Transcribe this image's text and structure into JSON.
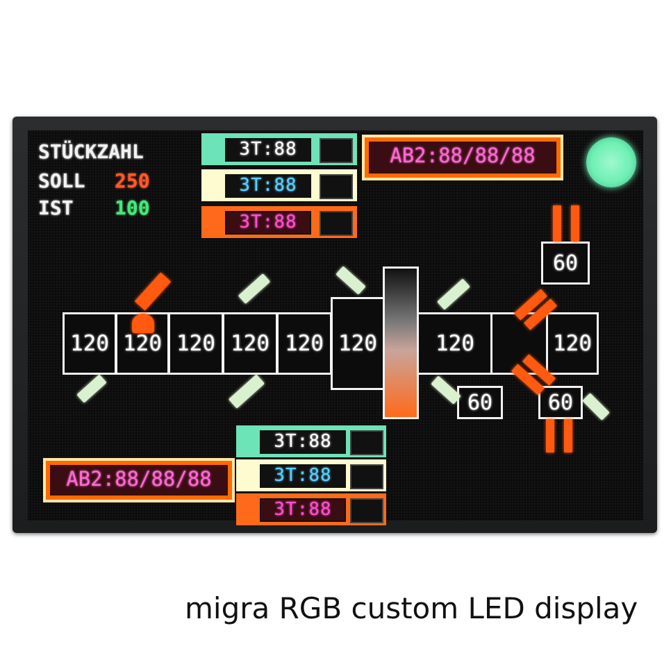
{
  "stats": {
    "title": "STÜCKZAHL",
    "soll_label": "SOLL",
    "soll_value": "250",
    "ist_label": "IST",
    "ist_value": "100"
  },
  "status_top": [
    {
      "text": "3T:88",
      "frame_color": "#6de3b8"
    },
    {
      "text": "3T:88",
      "frame_color": "#fffbd0"
    },
    {
      "text": "3T:88",
      "frame_color": "#ff6a1a"
    }
  ],
  "status_bottom": [
    {
      "text": "3T:88",
      "frame_color": "#6de3b8"
    },
    {
      "text": "3T:88",
      "frame_color": "#fffbd0"
    },
    {
      "text": "3T:88",
      "frame_color": "#ff6a1a"
    }
  ],
  "ab_top": "AB2:88/88/88",
  "ab_bottom": "AB2:88/88/88",
  "conveyor": {
    "stations": [
      "120",
      "120",
      "120",
      "120",
      "120",
      "120",
      "120",
      "120"
    ],
    "side_right_top": "60",
    "side_bottom_a": "60",
    "side_bottom_b": "60"
  },
  "colors": {
    "soll": "#ff5a2a",
    "ist": "#46e87a",
    "text_cyan": "#5ad0ff",
    "text_magenta": "#ff4fd2",
    "indicator": "#6ff0b4"
  },
  "caption": "migra RGB custom LED display"
}
